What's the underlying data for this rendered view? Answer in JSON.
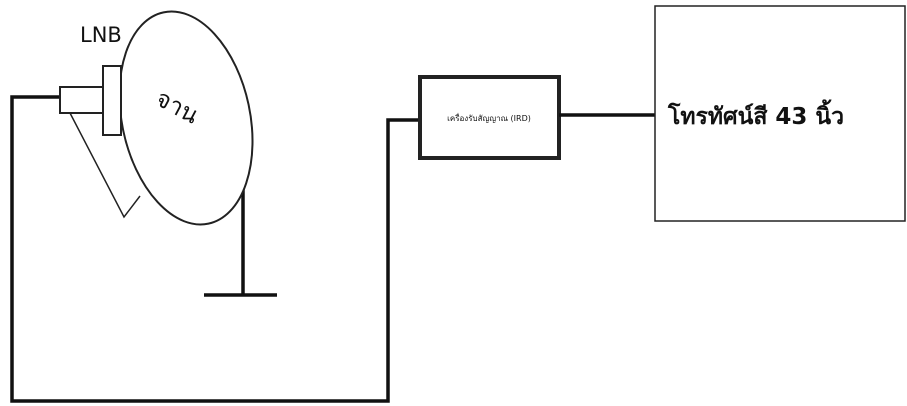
{
  "diagram": {
    "lnb_label": "LNB",
    "dish_label": "จาน",
    "receiver_label": "เครื่องรับสัญญาณ (IRD)",
    "tv_label": "โทรทัศน์สี 43 นิ้ว"
  }
}
